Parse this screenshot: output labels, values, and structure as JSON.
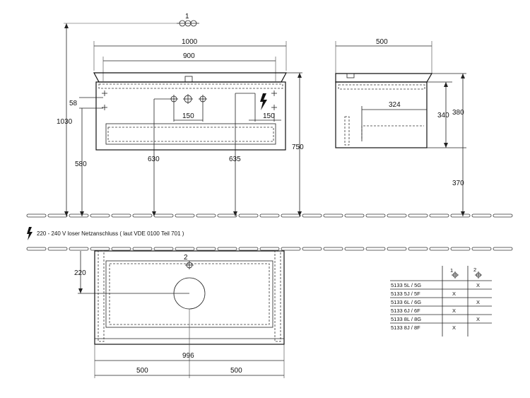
{
  "front_view": {
    "width_total": "1000",
    "width_inner": "900",
    "left_height": "58",
    "total_height": "1030",
    "side_height": "580",
    "center_height_left": "630",
    "center_height_right": "635",
    "right_height": "750",
    "spacing_center": "150",
    "spacing_right": "150",
    "marker_1": "1"
  },
  "side_view": {
    "depth": "500",
    "inner_depth": "324",
    "inner_height": "340",
    "outer_height": "380",
    "bottom_height": "370"
  },
  "power_note": "220 - 240 V loser Netzanschluss ( laut VDE 0100 Teil 701 )",
  "top_view": {
    "marker_2": "2",
    "depth_offset": "220",
    "width": "996",
    "half_left": "500",
    "half_right": "500"
  },
  "variant_table": {
    "col1_header": "1",
    "col2_header": "2",
    "rows": [
      {
        "code": "5133 5L / 5G",
        "c1": "",
        "c2": "X"
      },
      {
        "code": "5133 5J / 5F",
        "c1": "X",
        "c2": ""
      },
      {
        "code": "5133 6L / 6G",
        "c1": "",
        "c2": "X"
      },
      {
        "code": "5133 6J / 6F",
        "c1": "X",
        "c2": ""
      },
      {
        "code": "5133 8L / 8G",
        "c1": "",
        "c2": "X"
      },
      {
        "code": "5133 8J / 8F",
        "c1": "X",
        "c2": ""
      }
    ]
  }
}
